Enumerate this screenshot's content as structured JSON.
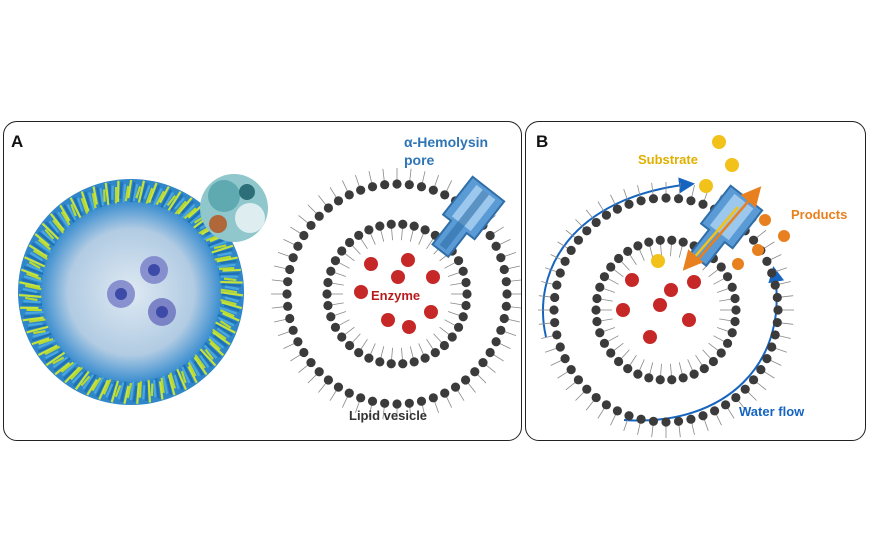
{
  "panel_a": {
    "label": "A",
    "pore_label_line1": "α-Hemolysin",
    "pore_label_line2": "pore",
    "enzyme_label": "Enzyme",
    "vesicle_label": "Lipid vesicle"
  },
  "panel_b": {
    "label": "B",
    "substrate_label": "Substrate",
    "products_label": "Products",
    "water_label": "Water flow"
  },
  "colors": {
    "lipid_head": "#3b3b3b",
    "enzyme": "#c62828",
    "pore": "#5b9bd5",
    "substrate": "#f2c21b",
    "product": "#e8801f",
    "water_arrow": "#1565c0",
    "label_blue": "#2e75b6",
    "label_red": "#b71c1c"
  }
}
